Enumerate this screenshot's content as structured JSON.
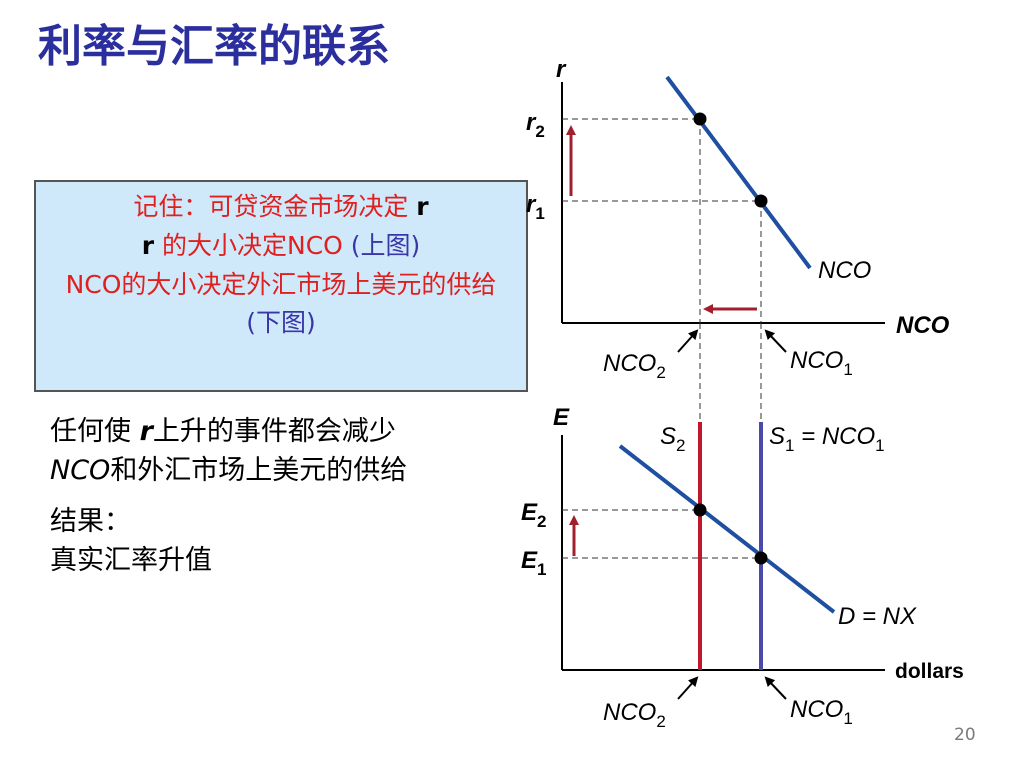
{
  "slide": {
    "title": "利率与汇率的联系",
    "page_number": "20"
  },
  "callout": {
    "line1_text": "记住：可贷资金市场决定 ",
    "line1_var": "r",
    "line2_var": "r",
    "line2_text": " 的大小决定NCO ",
    "line2_note": "(上图)",
    "line3_text": "NCO的大小决定外汇市场上美元的供给",
    "line3_note": "(下图)"
  },
  "body": {
    "para1_pre": "任何使 ",
    "para1_var": "r",
    "para1_mid": "上升的事件都会减少",
    "para1_var2": "NCO",
    "para1_post": "和外汇市场上美元的供给",
    "result_label": "结果：",
    "result_text": "真实汇率升值"
  },
  "top_graph": {
    "y_axis_label": "r",
    "x_axis_label": "NCO",
    "r2_label": "r",
    "r2_sub": "2",
    "r1_label": "r",
    "r1_sub": "1",
    "curve_label": "NCO",
    "nco2_label": "NCO",
    "nco2_sub": "2",
    "nco1_label": "NCO",
    "nco1_sub": "1"
  },
  "bottom_graph": {
    "y_axis_label": "E",
    "x_axis_label": "dollars",
    "e2_label": "E",
    "e2_sub": "2",
    "e1_label": "E",
    "e1_sub": "1",
    "s2_label": "S",
    "s2_sub": "2",
    "s1_label": "S",
    "s1_sub": "1",
    "s1_eq": " = NCO",
    "s1_eq_sub": "1",
    "demand_label": "D = NX",
    "nco2_label": "NCO",
    "nco2_sub": "2",
    "nco1_label": "NCO",
    "nco1_sub": "1"
  },
  "colors": {
    "title": "#2b2f9e",
    "curve_blue": "#1f4fa0",
    "supply_red": "#c0172d",
    "supply_blue": "#4a4aa8",
    "arrow_red": "#a0202e",
    "callout_bg": "#cfe9fa",
    "callout_text": "#e0201e"
  }
}
